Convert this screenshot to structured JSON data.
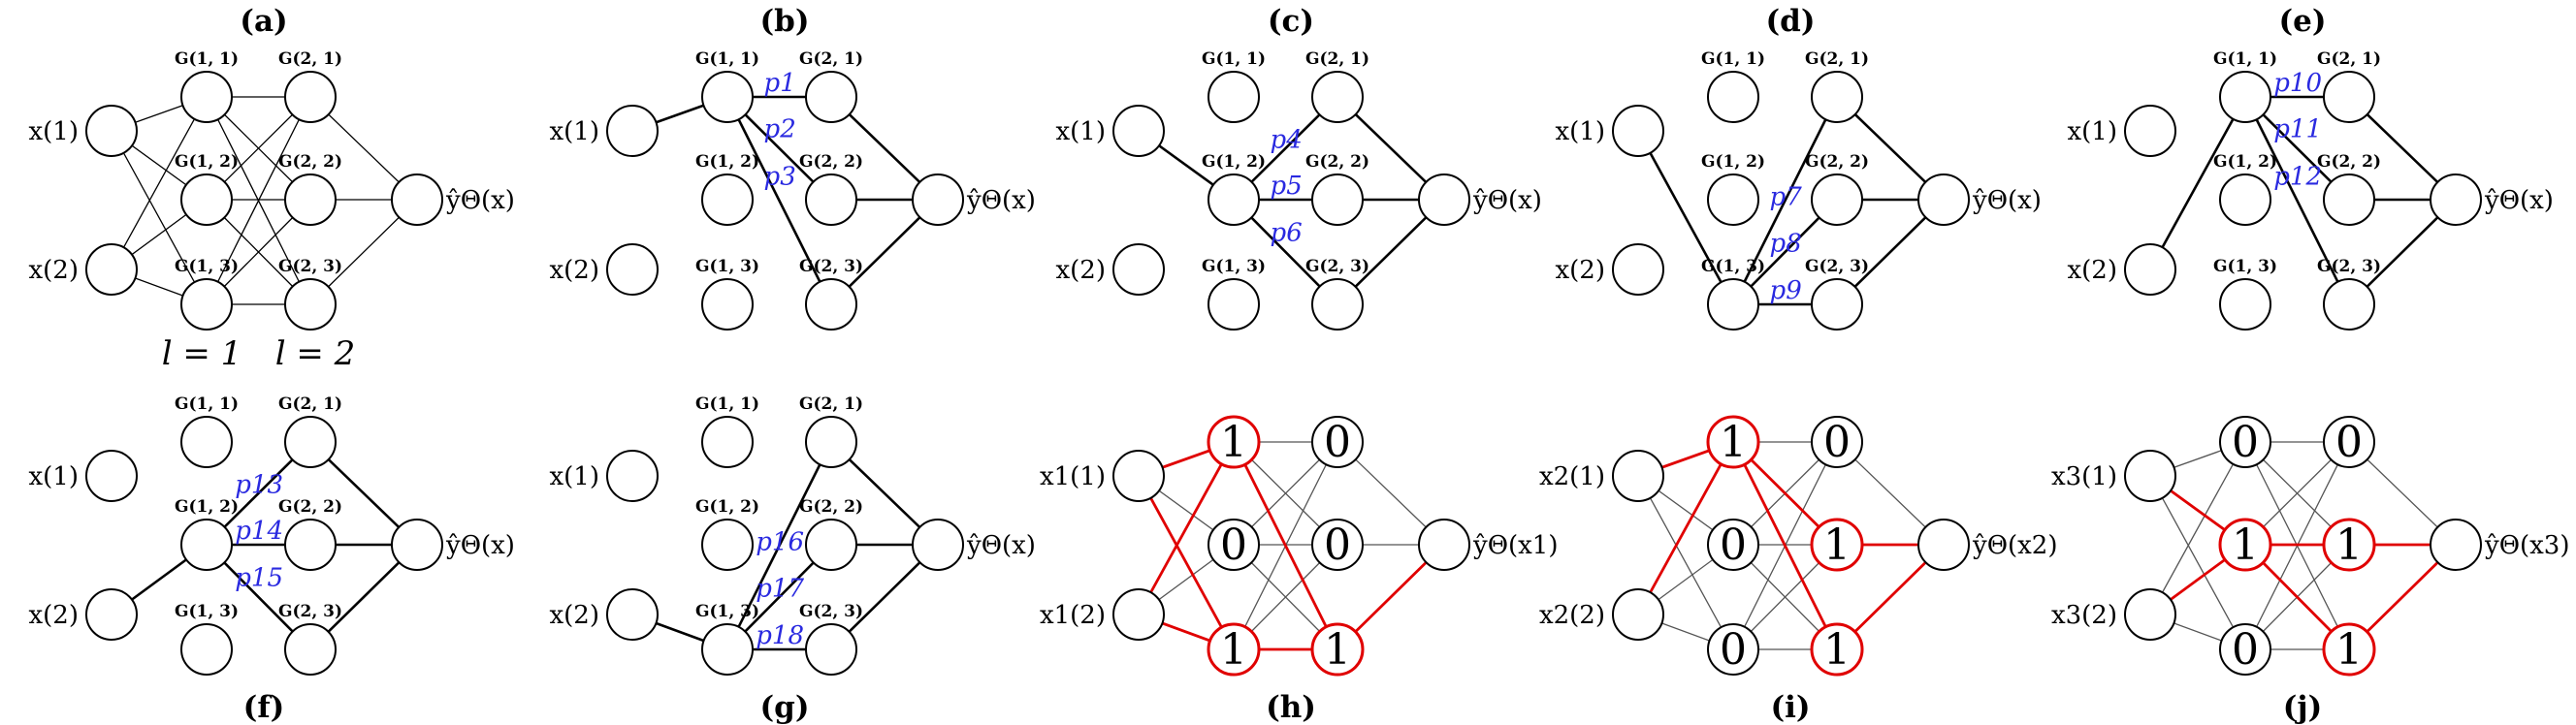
{
  "colors": {
    "path_label": "#2a2ae0",
    "active": "#e00000",
    "ink": "#000000",
    "thin_edge": "#555555"
  },
  "node_names": {
    "G11": "G(1, 1)",
    "G12": "G(1, 2)",
    "G13": "G(1, 3)",
    "G21": "G(2, 1)",
    "G22": "G(2, 2)",
    "G23": "G(2, 3)"
  },
  "layer_labels": [
    "l = 1",
    "l = 2"
  ],
  "panels": [
    {
      "id": "a",
      "label": "(a)",
      "inputs": [
        "x(1)",
        "x(2)"
      ],
      "output": "ŷΘ(x)",
      "style": "full"
    },
    {
      "id": "b",
      "label": "(b)",
      "inputs": [
        "x(1)",
        "x(2)"
      ],
      "output": "ŷΘ(x)",
      "style": "path",
      "from_input": 0,
      "hidden1": "G11",
      "path_labels": [
        "p1",
        "p2",
        "p3"
      ]
    },
    {
      "id": "c",
      "label": "(c)",
      "inputs": [
        "x(1)",
        "x(2)"
      ],
      "output": "ŷΘ(x)",
      "style": "path",
      "from_input": 0,
      "hidden1": "G12",
      "path_labels": [
        "p4",
        "p5",
        "p6"
      ]
    },
    {
      "id": "d",
      "label": "(d)",
      "inputs": [
        "x(1)",
        "x(2)"
      ],
      "output": "ŷΘ(x)",
      "style": "path",
      "from_input": 0,
      "hidden1": "G13",
      "path_labels": [
        "p7",
        "p8",
        "p9"
      ]
    },
    {
      "id": "e",
      "label": "(e)",
      "inputs": [
        "x(1)",
        "x(2)"
      ],
      "output": "ŷΘ(x)",
      "style": "path",
      "from_input": 1,
      "hidden1": "G11",
      "path_labels": [
        "p10",
        "p11",
        "p12"
      ]
    },
    {
      "id": "f",
      "label": "(f)",
      "inputs": [
        "x(1)",
        "x(2)"
      ],
      "output": "ŷΘ(x)",
      "style": "path",
      "from_input": 1,
      "hidden1": "G12",
      "path_labels": [
        "p13",
        "p14",
        "p15"
      ]
    },
    {
      "id": "g",
      "label": "(g)",
      "inputs": [
        "x(1)",
        "x(2)"
      ],
      "output": "ŷΘ(x)",
      "style": "path",
      "from_input": 1,
      "hidden1": "G13",
      "path_labels": [
        "p16",
        "p17",
        "p18"
      ]
    },
    {
      "id": "h",
      "label": "(h)",
      "inputs": [
        "x1(1)",
        "x1(2)"
      ],
      "output": "ŷΘ(x1)",
      "style": "activation",
      "layer1": [
        1,
        0,
        1
      ],
      "layer2": [
        0,
        0,
        1
      ]
    },
    {
      "id": "i",
      "label": "(i)",
      "inputs": [
        "x2(1)",
        "x2(2)"
      ],
      "output": "ŷΘ(x2)",
      "style": "activation",
      "layer1": [
        1,
        0,
        0
      ],
      "layer2": [
        0,
        1,
        1
      ]
    },
    {
      "id": "j",
      "label": "(j)",
      "inputs": [
        "x3(1)",
        "x3(2)"
      ],
      "output": "ŷΘ(x3)",
      "style": "activation",
      "layer1": [
        0,
        1,
        0
      ],
      "layer2": [
        0,
        1,
        1
      ]
    }
  ]
}
